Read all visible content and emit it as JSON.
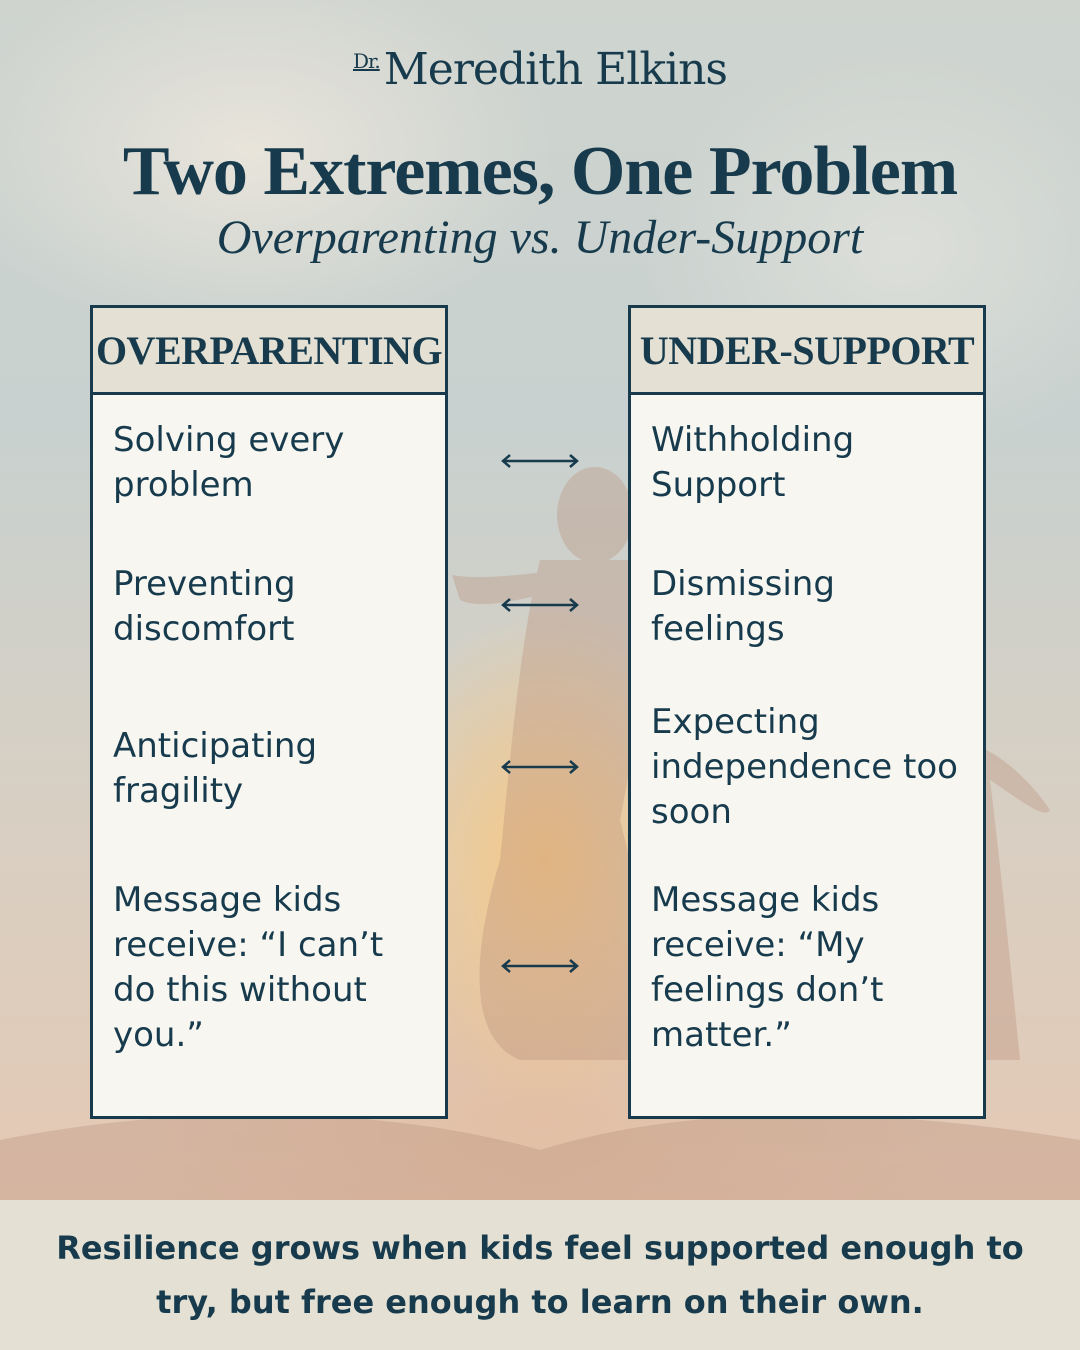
{
  "brand": {
    "prefix": "Dr.",
    "name": "Meredith Elkins"
  },
  "title": "Two Extremes, One Problem",
  "subtitle": "Overparenting vs. Under-Support",
  "columns": {
    "left": {
      "header": "OVERPARENTING",
      "items": [
        "Solving every problem",
        "Preventing discomfort",
        "Anticipating fragility",
        "Message kids receive: “I can’t do this without you.”"
      ]
    },
    "right": {
      "header": "UNDER-SUPPORT",
      "items": [
        "Withholding Support",
        "Dismissing feelings",
        "Expecting independence too soon",
        "Message kids receive: “My feelings don’t matter.”"
      ]
    }
  },
  "arrow_icon": "double-arrow-icon",
  "footer": "Resilience grows when kids feel supported enough to try, but free enough to learn on their own.",
  "colors": {
    "navy": "#173b4d",
    "panel": "#f7f6f1",
    "band": "#e4e1d4"
  }
}
